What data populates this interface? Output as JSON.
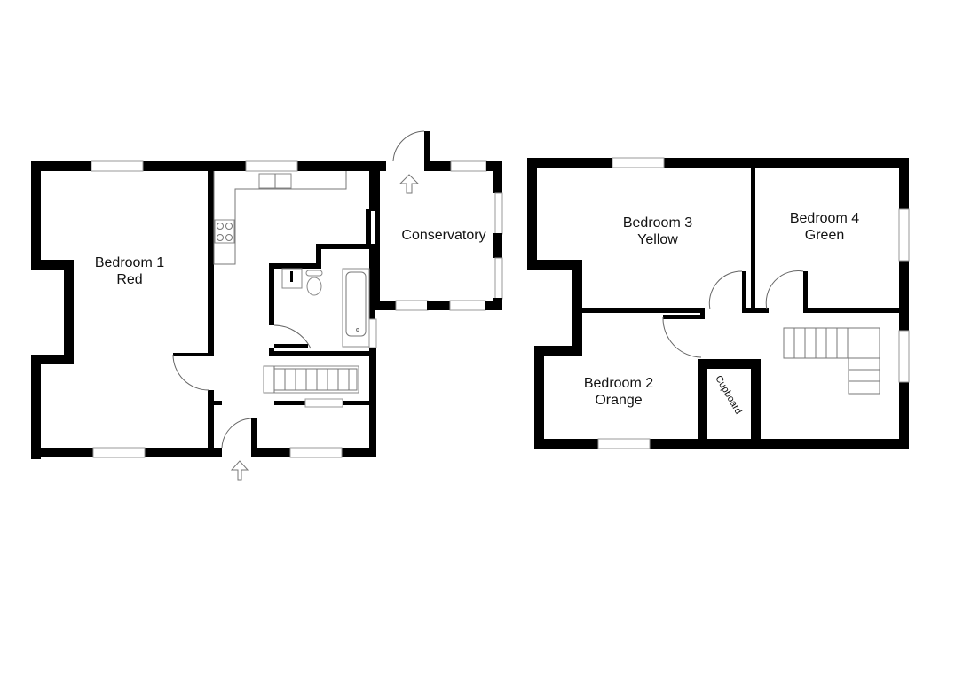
{
  "floorplan": {
    "ground_floor": {
      "rooms": [
        {
          "id": "bedroom1",
          "name": "Bedroom 1",
          "subtitle": "Red"
        },
        {
          "id": "conservatory",
          "name": "Conservatory",
          "subtitle": ""
        },
        {
          "id": "kitchen",
          "name": "",
          "subtitle": ""
        },
        {
          "id": "bathroom",
          "name": "",
          "subtitle": ""
        },
        {
          "id": "hall",
          "name": "",
          "subtitle": ""
        }
      ],
      "entrances": 2
    },
    "first_floor": {
      "rooms": [
        {
          "id": "bedroom2",
          "name": "Bedroom 2",
          "subtitle": "Orange"
        },
        {
          "id": "bedroom3",
          "name": "Bedroom 3",
          "subtitle": "Yellow"
        },
        {
          "id": "bedroom4",
          "name": "Bedroom 4",
          "subtitle": "Green"
        },
        {
          "id": "cupboard",
          "name": "Cupboard",
          "subtitle": ""
        }
      ]
    },
    "colors": {
      "wall": "#000000",
      "window": "#ffffff",
      "fixture_stroke": "#888888"
    }
  }
}
